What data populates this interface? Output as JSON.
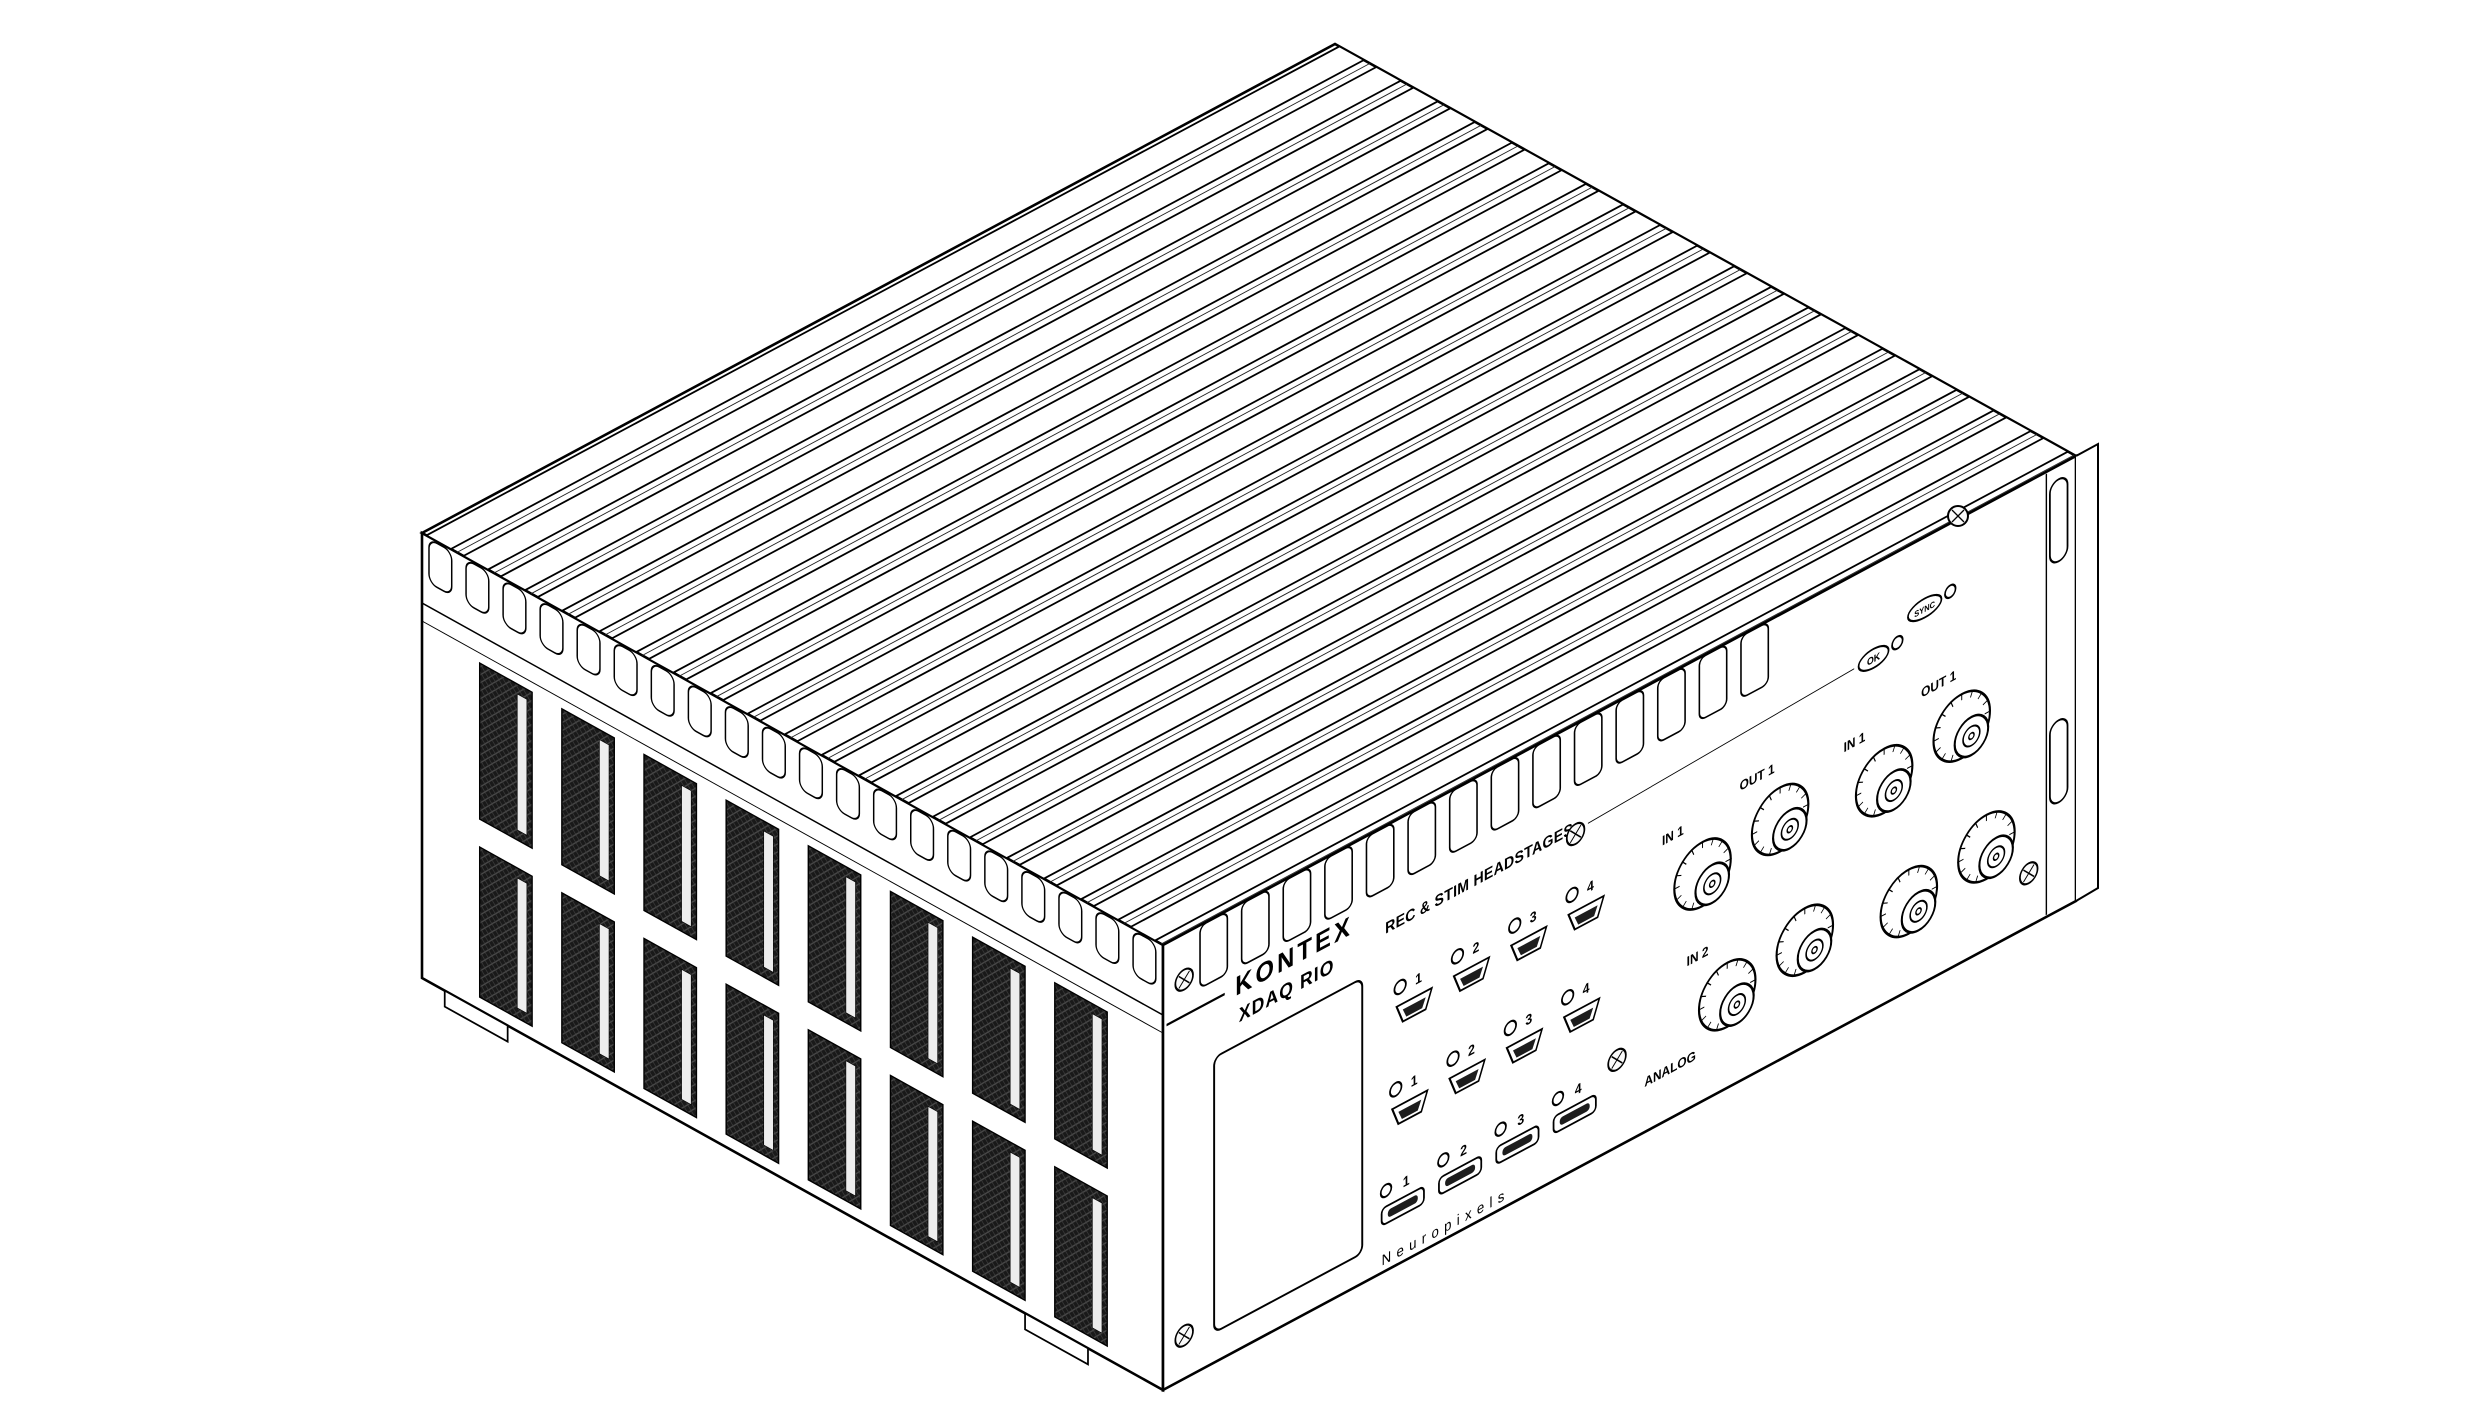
{
  "device": {
    "brand": "KONTEX",
    "model": "XDAQ RIO"
  },
  "panel": {
    "headstages": {
      "label": "REC & STIM HEADSTAGES",
      "row1_ports": [
        "1",
        "2",
        "3",
        "4"
      ],
      "row2_ports": [
        "1",
        "2",
        "3",
        "4"
      ]
    },
    "neuropixels": {
      "label": "Neuropixels",
      "ports": [
        "1",
        "2",
        "3",
        "4"
      ]
    },
    "bnc": {
      "group_label": "ANALOG",
      "connectors": [
        {
          "label": "IN 1"
        },
        {
          "label": "OUT 1"
        },
        {
          "label": "IN 1"
        },
        {
          "label": "OUT 1"
        },
        {
          "label": "IN 2"
        },
        {
          "label": ""
        },
        {
          "label": ""
        },
        {
          "label": ""
        }
      ]
    },
    "indicators": [
      {
        "label": "OK"
      },
      {
        "label": "SYNC"
      }
    ]
  },
  "style": {
    "line_color": "#000000",
    "vent_fill": "#191919",
    "vent_hatch": "#4d4d4d",
    "paper": "#ffffff"
  }
}
